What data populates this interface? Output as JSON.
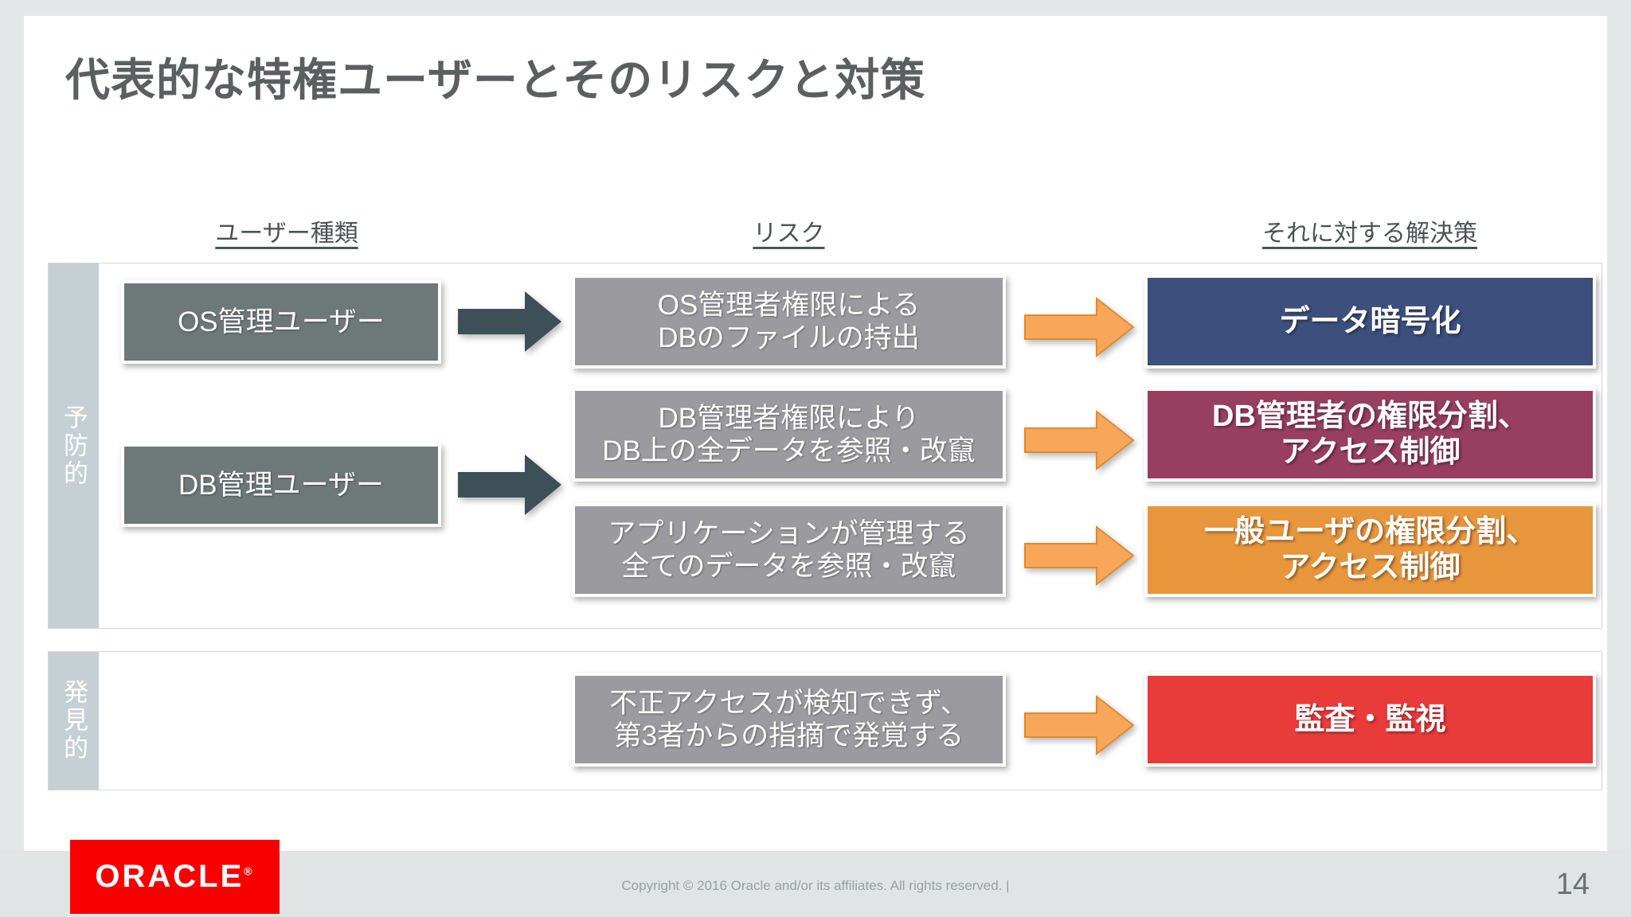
{
  "slide": {
    "title": "代表的な特権ユーザーとそのリスクと対策",
    "page_number": "14",
    "colors": {
      "title_gray": "#5b5f5f",
      "band_blue_gray": "#c5cfd4",
      "user_box": "#6e7878",
      "risk_box": "#9b9b9f",
      "arrow_dark": "#3d4f57",
      "arrow_orange": "#f4a14b",
      "solution_navy": "#3d4f7d",
      "solution_maroon": "#983f60",
      "solution_orange": "#e8963c",
      "solution_red": "#ea3b3b",
      "oracle_red": "#f80000"
    }
  },
  "headers": {
    "user_type": "ユーザー種類",
    "risk": "リスク",
    "solution": "それに対する解決策"
  },
  "sections": [
    {
      "id": "preventive",
      "band_label": "予防的"
    },
    {
      "id": "detective",
      "band_label": "発見的"
    }
  ],
  "users": [
    {
      "label": "OS管理ユーザー"
    },
    {
      "label": "DB管理ユーザー"
    }
  ],
  "risks": [
    {
      "line1": "OS管理者権限による",
      "line2": "DBのファイルの持出"
    },
    {
      "line1": "DB管理者権限により",
      "line2": "DB上の全データを参照・改竄"
    },
    {
      "line1": "アプリケーションが管理する",
      "line2": "全てのデータを参照・改竄"
    },
    {
      "line1": "不正アクセスが検知できず、",
      "line2": "第3者からの指摘で発覚する"
    }
  ],
  "solutions": [
    {
      "line1": "データ暗号化",
      "line2": "",
      "color": "#3d4f7d"
    },
    {
      "line1": "DB管理者の権限分割、",
      "line2": "アクセス制御",
      "color": "#983f60"
    },
    {
      "line1": "一般ユーザの権限分割、",
      "line2": "アクセス制御",
      "color": "#e8963c"
    },
    {
      "line1": "監査・監視",
      "line2": "",
      "color": "#ea3b3b"
    }
  ],
  "arrows": {
    "dark_color": "#3d4f57",
    "orange_fill": "#f8a75a",
    "orange_stroke": "#e08a2c"
  },
  "footer": {
    "logo_text": "ORACLE",
    "logo_reg": "®",
    "copyright": "Copyright © 2016 Oracle and/or its affiliates. All rights reserved.   |"
  }
}
